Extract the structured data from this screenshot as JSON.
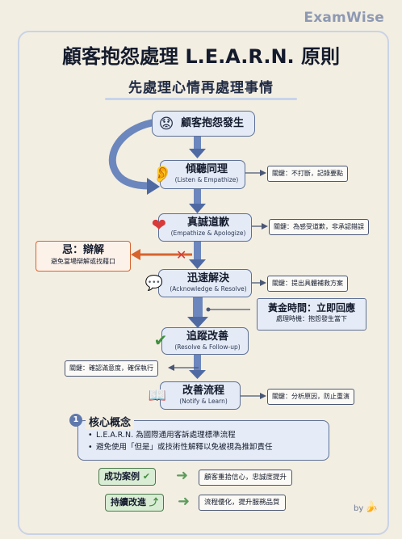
{
  "brand": "ExamWise",
  "title": "顧客抱怨處理 L.E.A.R.N. 原則",
  "subtitle": "先處理心情再處理事情",
  "start": {
    "label": "顧客抱怨發生",
    "icon": "worried-face-icon"
  },
  "steps": [
    {
      "cn": "傾聽同理",
      "en": "(Listen & Empathize)",
      "icon": "ear-icon",
      "note": "關鍵：不打斷，記錄要點"
    },
    {
      "cn": "真誠道歉",
      "en": "(Empathize & Apologize)",
      "icon": "heart-icon",
      "note": "關鍵：為感受道歉，非承認錯誤"
    },
    {
      "cn": "迅速解決",
      "en": "(Acknowledge & Resolve)",
      "icon": "speech-bubble-icon",
      "note": "關鍵：提出具體補救方案"
    },
    {
      "cn": "追蹤改善",
      "en": "(Resolve & Follow-up)",
      "icon": "checkmark-icon"
    },
    {
      "cn": "改善流程",
      "en": "(Notify & Learn)",
      "icon": "book-icon",
      "note": "關鍵：分析原因，防止重演"
    }
  ],
  "followup_note": "關鍵：確認滿意度，確保執行",
  "avoid": {
    "title": "忌：辯解",
    "subtitle": "避免當場辯解或找藉口"
  },
  "golden": {
    "title": "黃金時間：立即回應",
    "subtitle": "處理時機：抱怨發生當下"
  },
  "core": {
    "number": "1",
    "title": "核心概念",
    "items": [
      "L.E.A.R.N. 為國際通用客訴處理標準流程",
      "避免使用「但是」或技術性解釋以免被視為推卸責任"
    ]
  },
  "outcomes": [
    {
      "tag": "成功案例",
      "icon": "check-icon",
      "result": "顧客重拾信心，忠誠度提升"
    },
    {
      "tag": "持續改進",
      "icon": "up-arrow-icon",
      "result": "流程優化，提升服務品質"
    }
  ],
  "signature": "by"
}
